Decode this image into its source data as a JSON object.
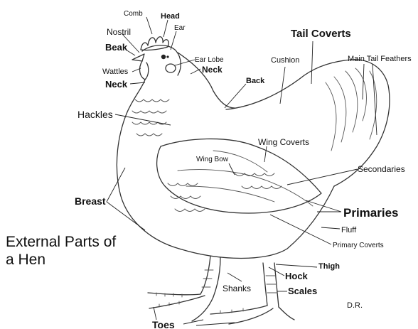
{
  "caption": "External Parts of a Hen",
  "caption_lines": [
    "External Parts of",
    "a Hen"
  ],
  "signature": "D.R.",
  "labels": {
    "comb": "Comb",
    "head": "Head",
    "ear": "Ear",
    "nostril": "Nostril",
    "beak": "Beak",
    "wattles": "Wattles",
    "neck_left": "Neck",
    "ear_lobe": "Ear Lobe",
    "neck_right": "Neck",
    "tail_coverts": "Tail Coverts",
    "cushion": "Cushion",
    "main_tail_feathers": "Main Tail Feathers",
    "back": "Back",
    "hackles": "Hackles",
    "wing_coverts": "Wing Coverts",
    "wing_bow": "Wing Bow",
    "secondaries": "Secondaries",
    "breast": "Breast",
    "primaries": "Primaries",
    "fluff": "Fluff",
    "primary_coverts": "Primary Coverts",
    "thigh": "Thigh",
    "hock": "Hock",
    "shanks": "Shanks",
    "scales": "Scales",
    "toes": "Toes"
  }
}
